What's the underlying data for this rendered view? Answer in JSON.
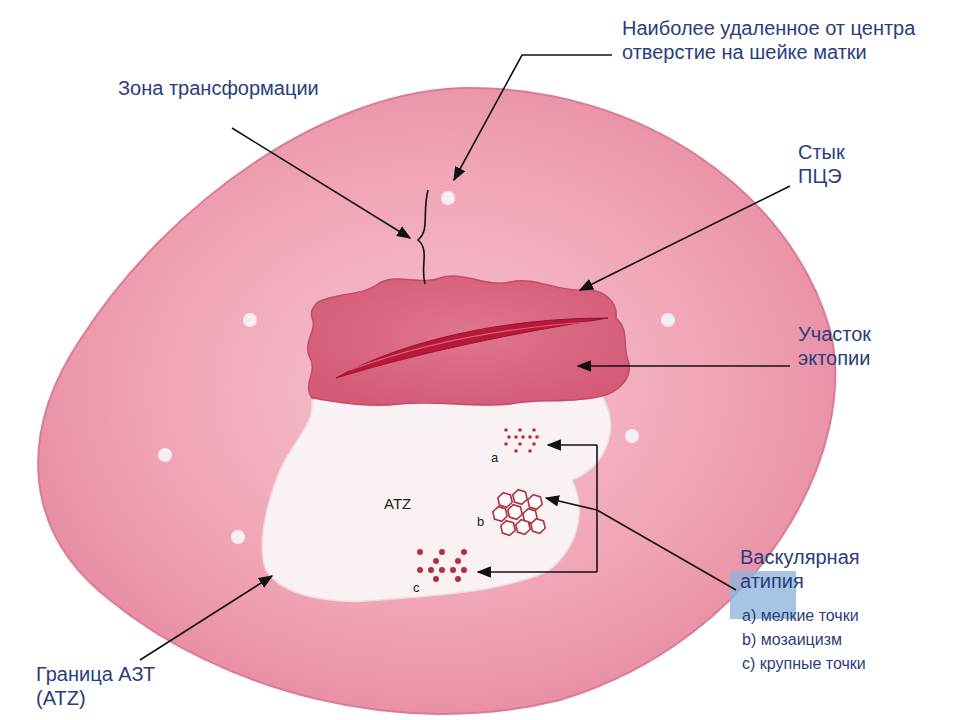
{
  "diagram": {
    "labels": [
      "Зона трансформации",
      "Наиболее удаленное от центра отверстие на шейке матки",
      "Стык ПЦЭ",
      "Участок эктопии",
      "ATZ",
      "a",
      "b",
      "c",
      "Васкулярная атипия",
      "a) мелкие точки",
      "b) мозаицизм",
      "c) крупные точки",
      "Граница АЗТ (ATZ)"
    ]
  }
}
